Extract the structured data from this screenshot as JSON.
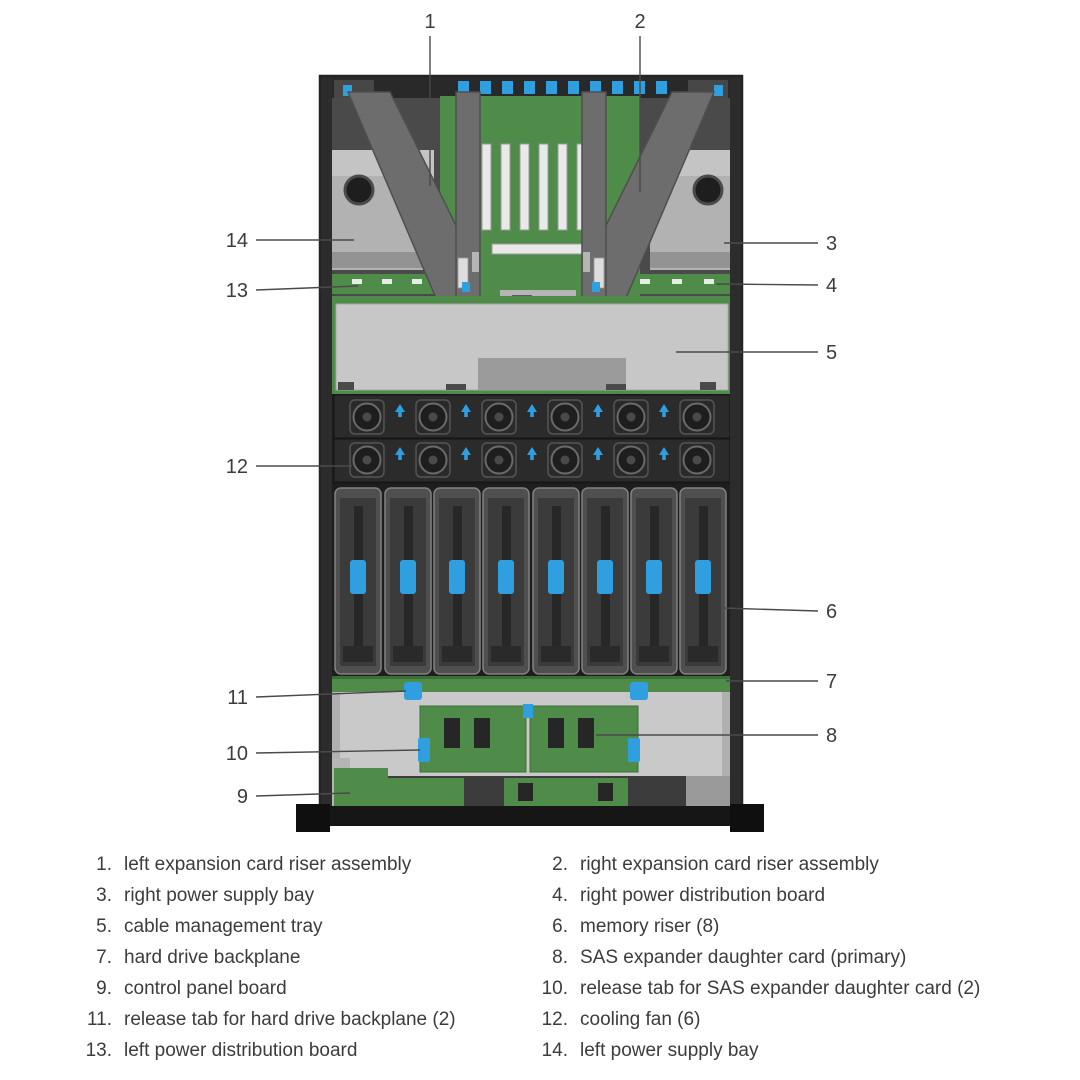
{
  "diagram": {
    "callout_labels": [
      "1",
      "2",
      "3",
      "4",
      "5",
      "6",
      "7",
      "8",
      "9",
      "10",
      "11",
      "12",
      "13",
      "14"
    ]
  },
  "legend": {
    "items": [
      {
        "num": "1.",
        "text": "left expansion card riser assembly"
      },
      {
        "num": "2.",
        "text": "right expansion card riser assembly"
      },
      {
        "num": "3.",
        "text": "right power supply bay"
      },
      {
        "num": "4.",
        "text": "right power distribution board"
      },
      {
        "num": "5.",
        "text": "cable management tray"
      },
      {
        "num": "6.",
        "text": "memory riser (8)"
      },
      {
        "num": "7.",
        "text": "hard drive backplane"
      },
      {
        "num": "8.",
        "text": "SAS expander daughter card (primary)"
      },
      {
        "num": "9.",
        "text": "control panel board"
      },
      {
        "num": "10.",
        "text": "release tab for SAS expander daughter card (2)"
      },
      {
        "num": "11.",
        "text": "release tab for hard drive backplane (2)"
      },
      {
        "num": "12.",
        "text": "cooling fan (6)"
      },
      {
        "num": "13.",
        "text": "left power distribution board"
      },
      {
        "num": "14.",
        "text": "left power supply bay"
      }
    ]
  },
  "colors": {
    "pcb-green": "#4f8c4a",
    "accent-blue": "#2f9fe0",
    "chassis-dark": "#3a3a3a",
    "ink": "#3c3c3c"
  }
}
